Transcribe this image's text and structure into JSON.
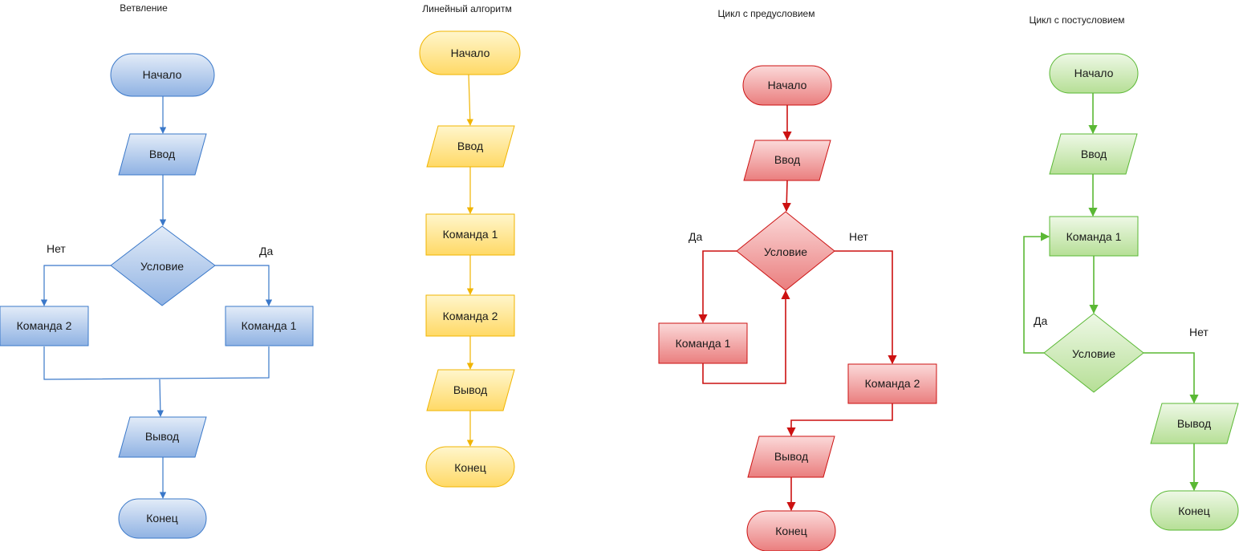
{
  "colors": {
    "blue": "#3a78c9",
    "yellow": "#f0b400",
    "red": "#cc1111",
    "green": "#5ab834"
  },
  "diagrams": {
    "branching": {
      "title": "Ветвление",
      "start": "Начало",
      "input": "Ввод",
      "condition": "Условие",
      "no_label": "Нет",
      "yes_label": "Да",
      "command2": "Команда 2",
      "command1": "Команда 1",
      "output": "Вывод",
      "end": "Конец"
    },
    "linear": {
      "title": "Линейный алгоритм",
      "start": "Начало",
      "input": "Ввод",
      "command1": "Команда 1",
      "command2": "Команда 2",
      "output": "Вывод",
      "end": "Конец"
    },
    "precondition_loop": {
      "title": "Цикл с предусловием",
      "start": "Начало",
      "input": "Ввод",
      "condition": "Условие",
      "yes_label": "Да",
      "no_label": "Нет",
      "command1": "Команда 1",
      "command2": "Команда 2",
      "output": "Вывод",
      "end": "Конец"
    },
    "postcondition_loop": {
      "title": "Цикл с постусловием",
      "start": "Начало",
      "input": "Ввод",
      "command1": "Команда 1",
      "condition": "Условие",
      "yes_label": "Да",
      "no_label": "Нет",
      "output": "Вывод",
      "end": "Конец"
    }
  }
}
